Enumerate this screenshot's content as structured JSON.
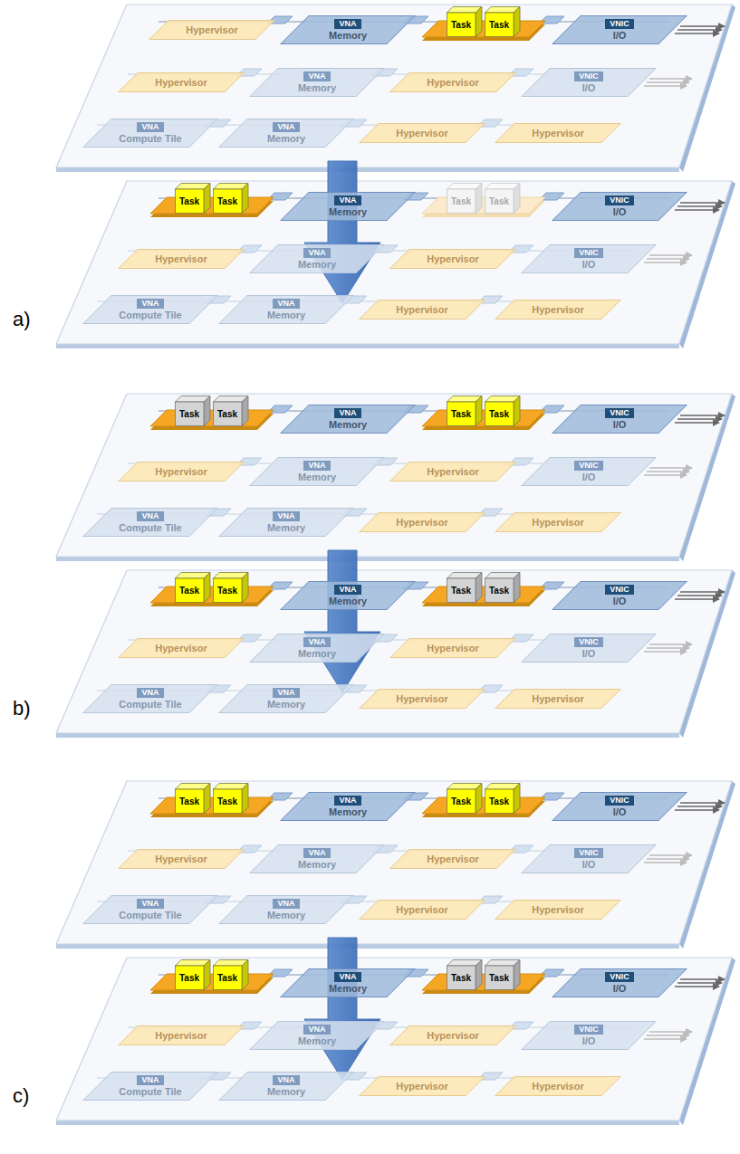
{
  "diagram": {
    "nodes": [
      {
        "text": [
          "Hypervisor"
        ]
      },
      {
        "text": [
          "VNA",
          "Memory"
        ]
      },
      {
        "text": [
          "Task"
        ]
      },
      {
        "text": [
          "Task"
        ]
      },
      {
        "text": [
          "VNIC",
          "I/O"
        ]
      },
      {
        "text": [
          "Hypervisor"
        ]
      },
      {
        "text": [
          "VNA",
          "Memory"
        ]
      },
      {
        "text": [
          "Hypervisor"
        ]
      },
      {
        "text": [
          "VNIC",
          "I/O"
        ]
      },
      {
        "text": [
          "VNA",
          "Compute Tile"
        ]
      },
      {
        "text": [
          "VNA",
          "Memory"
        ]
      },
      {
        "text": [
          "Hypervisor"
        ]
      },
      {
        "text": [
          "Hypervisor"
        ]
      },
      {
        "text": [
          "Task"
        ]
      },
      {
        "text": [
          "Task"
        ]
      },
      {
        "text": [
          "VNA",
          "Memory"
        ]
      },
      {
        "text": [
          "Task"
        ]
      },
      {
        "text": [
          "Task"
        ]
      },
      {
        "text": [
          "VNIC",
          "I/O"
        ]
      },
      {
        "text": [
          "Hypervisor"
        ]
      },
      {
        "text": [
          "VNA",
          "Memory"
        ]
      },
      {
        "text": [
          "Hypervisor"
        ]
      },
      {
        "text": [
          "VNIC",
          "I/O"
        ]
      },
      {
        "text": [
          "VNA",
          "Compute Tile"
        ]
      },
      {
        "text": [
          "VNA",
          "Memory"
        ]
      },
      {
        "text": [
          "Hypervisor"
        ]
      },
      {
        "text": [
          "Hypervisor"
        ]
      },
      {
        "text": [
          "Task"
        ]
      },
      {
        "text": [
          "Task"
        ]
      },
      {
        "text": [
          "VNA",
          "Memory"
        ]
      },
      {
        "text": [
          "Task"
        ]
      },
      {
        "text": [
          "Task"
        ]
      },
      {
        "text": [
          "VNIC",
          "I/O"
        ]
      },
      {
        "text": [
          "Hypervisor"
        ]
      },
      {
        "text": [
          "VNA",
          "Memory"
        ]
      },
      {
        "text": [
          "Hypervisor"
        ]
      },
      {
        "text": [
          "VNIC",
          "I/O"
        ]
      },
      {
        "text": [
          "VNA",
          "Compute Tile"
        ]
      },
      {
        "text": [
          "VNA",
          "Memory"
        ]
      },
      {
        "text": [
          "Hypervisor"
        ]
      },
      {
        "text": [
          "Hypervisor"
        ]
      },
      {
        "text": [
          "Task"
        ]
      },
      {
        "text": [
          "Task"
        ]
      },
      {
        "text": [
          "VNA",
          "Memory"
        ]
      },
      {
        "text": [
          "Task"
        ]
      },
      {
        "text": [
          "Task"
        ]
      },
      {
        "text": [
          "VNIC",
          "I/O"
        ]
      },
      {
        "text": [
          "Hypervisor"
        ]
      },
      {
        "text": [
          "VNA",
          "Memory"
        ]
      },
      {
        "text": [
          "Hypervisor"
        ]
      },
      {
        "text": [
          "VNIC",
          "I/O"
        ]
      },
      {
        "text": [
          "VNA",
          "Compute Tile"
        ]
      },
      {
        "text": [
          "VNA",
          "Memory"
        ]
      },
      {
        "text": [
          "Hypervisor"
        ]
      },
      {
        "text": [
          "Hypervisor"
        ]
      },
      {
        "text": [
          "Task"
        ]
      },
      {
        "text": [
          "Task"
        ]
      },
      {
        "text": [
          "VNA",
          "Memory"
        ]
      },
      {
        "text": [
          "Task"
        ]
      },
      {
        "text": [
          "Task"
        ]
      },
      {
        "text": [
          "VNIC",
          "I/O"
        ]
      },
      {
        "text": [
          "Hypervisor"
        ]
      },
      {
        "text": [
          "VNA",
          "Memory"
        ]
      },
      {
        "text": [
          "Hypervisor"
        ]
      },
      {
        "text": [
          "VNIC",
          "I/O"
        ]
      },
      {
        "text": [
          "VNA",
          "Compute Tile"
        ]
      },
      {
        "text": [
          "VNA",
          "Memory"
        ]
      },
      {
        "text": [
          "Hypervisor"
        ]
      },
      {
        "text": [
          "Hypervisor"
        ]
      },
      {
        "text": [
          "Task"
        ]
      },
      {
        "text": [
          "Task"
        ]
      },
      {
        "text": [
          "VNA",
          "Memory"
        ]
      },
      {
        "text": [
          "Task"
        ]
      },
      {
        "text": [
          "Task"
        ]
      },
      {
        "text": [
          "VNIC",
          "I/O"
        ]
      },
      {
        "text": [
          "Hypervisor"
        ]
      },
      {
        "text": [
          "VNA",
          "Memory"
        ]
      },
      {
        "text": [
          "Hypervisor"
        ]
      },
      {
        "text": [
          "VNIC",
          "I/O"
        ]
      },
      {
        "text": [
          "VNA",
          "Compute Tile"
        ]
      },
      {
        "text": [
          "VNA",
          "Memory"
        ]
      },
      {
        "text": [
          "Hypervisor"
        ]
      },
      {
        "text": [
          "Hypervisor"
        ]
      }
    ],
    "labels": [
      "a)",
      "b)",
      "c)"
    ]
  }
}
